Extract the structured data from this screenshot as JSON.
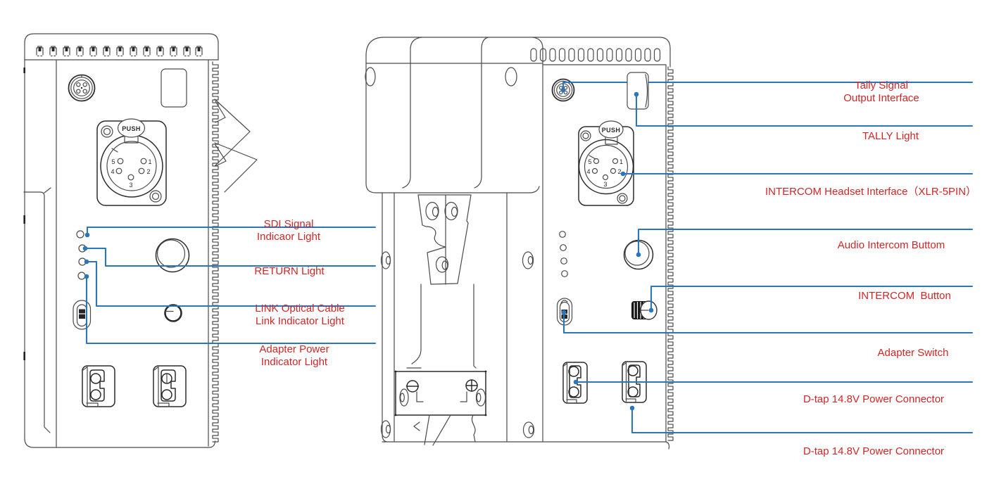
{
  "colors": {
    "label": "#cf2626",
    "callout": "#2b76bb",
    "ink": "#4a4a4a"
  },
  "left_labels": [
    {
      "lines": [
        "SDI Signal",
        "Indicaor Light"
      ]
    },
    {
      "lines": [
        "RETURN Light",
        ""
      ]
    },
    {
      "lines": [
        "LINK Optical Cable",
        "Link Indicator Light"
      ]
    },
    {
      "lines": [
        "Adapter Power",
        "Indicator Light"
      ]
    }
  ],
  "right_labels": [
    {
      "lines": [
        "Tally Signal",
        "Output Interface"
      ]
    },
    {
      "lines": [
        "TALLY Light",
        ""
      ]
    },
    {
      "lines": [
        "INTERCOM Headset Interface（XLR-5PIN）",
        ""
      ]
    },
    {
      "lines": [
        "Audio Intercom Buttom",
        ""
      ]
    },
    {
      "lines": [
        "INTERCOM  Button",
        ""
      ]
    },
    {
      "lines": [
        "Adapter Switch",
        ""
      ]
    },
    {
      "lines": [
        "D-tap 14.8V Power Connector",
        ""
      ]
    },
    {
      "lines": [
        "D-tap 14.8V Power Connector",
        ""
      ]
    }
  ],
  "connector_text": {
    "push": "PUSH",
    "pin_1": "1",
    "pin_2": "2",
    "pin_3": "3",
    "pin_4": "4",
    "pin_5": "5"
  }
}
